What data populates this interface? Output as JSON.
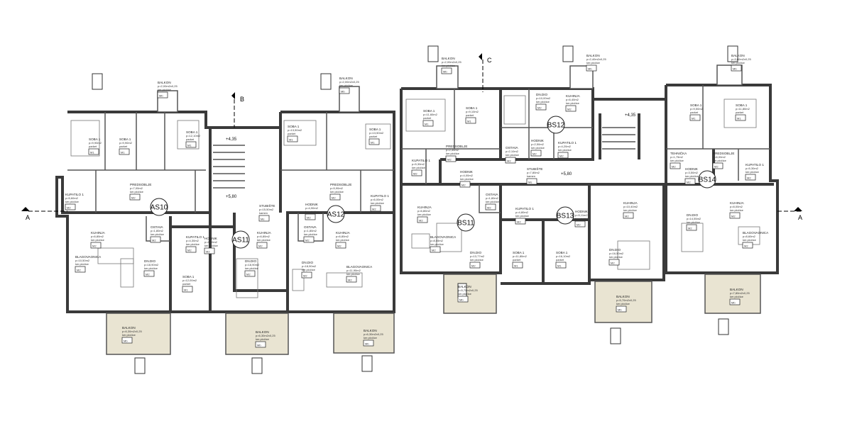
{
  "plan": {
    "units": [
      "AS10",
      "AS11",
      "AS12",
      "BS11",
      "BS12",
      "BS13",
      "BS14"
    ],
    "sections": [
      "A",
      "A",
      "B",
      "C"
    ],
    "levels": [
      "+4,35",
      "+5,80",
      "+4,35",
      "+5,80"
    ],
    "rooms": [
      {
        "name": "SOBA 1",
        "area": "p=9,90m2",
        "floor": "parket",
        "tag": "M1"
      },
      {
        "name": "SOBA 1",
        "area": "p=9,90m2",
        "floor": "parket",
        "tag": "M1"
      },
      {
        "name": "SOBA 1",
        "area": "p=12,10m2",
        "floor": "parket",
        "tag": "M1"
      },
      {
        "name": "PREDSOBLJE",
        "area": "p=7,00m2",
        "floor": "ker.pločice",
        "tag": "M2"
      },
      {
        "name": "KUPATILO 1",
        "area": "p=5,60m2",
        "floor": "ker.pločice",
        "tag": "M2"
      },
      {
        "name": "KUHINJA",
        "area": "p=6,80m2",
        "floor": "ker.pločice",
        "tag": "M2"
      },
      {
        "name": "OSTAVA",
        "area": "p=1,80m2",
        "floor": "ker.pločice",
        "tag": "M2"
      },
      {
        "name": "BLAGOVAONICA",
        "area": "p=10,50m2",
        "floor": "ker.pločice",
        "tag": "M2"
      },
      {
        "name": "DN.DIO",
        "area": "p=18,90m2",
        "floor": "ker.pločice",
        "tag": "M2"
      },
      {
        "name": "BALKON",
        "area": "p=6,30m2x0,25",
        "floor": "ker.pločice",
        "tag": "Mb"
      },
      {
        "name": "BALKON",
        "area": "p=2,00m2x0,25",
        "floor": "ker.pločice",
        "tag": "Mb"
      },
      {
        "name": "KUPATILO 1",
        "area": "p=4,30m2",
        "floor": "ker.pločice",
        "tag": "M2"
      },
      {
        "name": "HODNIK",
        "area": "p=4,90m2",
        "floor": "ker.pločice",
        "tag": "M2"
      },
      {
        "name": "SOBA 1",
        "area": "p=12,00m2",
        "floor": "parket",
        "tag": "M1"
      },
      {
        "name": "STUBIŠTE",
        "area": "p=15,50m2",
        "floor": "kamen",
        "tag": "Ms"
      },
      {
        "name": "KUHINJA",
        "area": "p=6,80m2",
        "floor": "ker.pločice",
        "tag": "M2"
      },
      {
        "name": "DN.DIO",
        "area": "p=18,90m2",
        "floor": "ker.pločice",
        "tag": "M2"
      },
      {
        "name": "BALKON",
        "area": "p=6,30m2x0,25",
        "floor": "ker.pločice",
        "tag": "Mb"
      },
      {
        "name": "SOBA 1",
        "area": "p=13,50m2",
        "floor": "parket",
        "tag": "M1"
      },
      {
        "name": "SOBA 1",
        "area": "p=13,50m2",
        "floor": "parket",
        "tag": "M1"
      },
      {
        "name": "PREDSOBLJE",
        "area": "p=5,90m2",
        "floor": "ker.pločice",
        "tag": "M2"
      },
      {
        "name": "KUPATILO 1",
        "area": "p=6,00m2",
        "floor": "ker.pločice",
        "tag": "M2"
      },
      {
        "name": "HODNIK",
        "area": "p=4,90m2",
        "floor": "ker.pločice",
        "tag": "M2"
      },
      {
        "name": "OSTAVA",
        "area": "p=1,80m2",
        "floor": "ker.pločice",
        "tag": "M2"
      },
      {
        "name": "KUHINJA",
        "area": "p=6,80m2",
        "floor": "ker.pločice",
        "tag": "M2"
      },
      {
        "name": "BLAGOVAONICA",
        "area": "p=11,90m2",
        "floor": "ker.pločice",
        "tag": "M2"
      },
      {
        "name": "DN.DIO",
        "area": "p=18,90m2",
        "floor": "ker.pločice",
        "tag": "M2"
      },
      {
        "name": "BALKON",
        "area": "p=6,30m2x0,25",
        "floor": "ker.pločice",
        "tag": "Mb"
      },
      {
        "name": "BALKON",
        "area": "p=2,00m2x0,25",
        "floor": "ker.pločice",
        "tag": "Mb"
      },
      {
        "name": "SOBA 1",
        "area": "p=11,60m2",
        "floor": "parket",
        "tag": "M1"
      },
      {
        "name": "SOBA 1",
        "area": "p=9,10m2",
        "floor": "parket",
        "tag": "M1"
      },
      {
        "name": "PREDSOBLJE",
        "area": "p=2,40m2",
        "floor": "ker.pločice",
        "tag": "M2"
      },
      {
        "name": "KUPATILO 1",
        "area": "p=5,30m2",
        "floor": "ker.pločice",
        "tag": "M2"
      },
      {
        "name": "HODNIK",
        "area": "p=4,00m2",
        "floor": "ker.pločice",
        "tag": "M2"
      },
      {
        "name": "KUHINJA",
        "area": "p=6,80m2",
        "floor": "ker.pločice",
        "tag": "M2"
      },
      {
        "name": "OSTAVA",
        "area": "p=1,80m2",
        "floor": "ker.pločice",
        "tag": "M2"
      },
      {
        "name": "BLAGOVAONICA",
        "area": "p=8,55m2",
        "floor": "ker.pločice",
        "tag": "M2"
      },
      {
        "name": "DN.DIO",
        "area": "p=13,77m2",
        "floor": "ker.pločice",
        "tag": "M2"
      },
      {
        "name": "BALKON",
        "area": "p=5,70m2x0,25",
        "floor": "ker.pločice",
        "tag": "Mb"
      },
      {
        "name": "BALKON",
        "area": "p=2,00m2x0,25",
        "floor": "ker.pločice",
        "tag": "Mb"
      },
      {
        "name": "DN.DIO",
        "area": "p=10,00m2",
        "floor": "ker.pločice",
        "tag": "M2"
      },
      {
        "name": "KUHINJA",
        "area": "p=6,40m2",
        "floor": "ker.pločice",
        "tag": "M2"
      },
      {
        "name": "OSTAVA",
        "area": "p=2,10m2",
        "floor": "ker.pločice",
        "tag": "M2"
      },
      {
        "name": "HODNIK",
        "area": "p=2,50m2",
        "floor": "ker.pločice",
        "tag": "M2"
      },
      {
        "name": "KUPATILO 1",
        "area": "p=4,20m2",
        "floor": "ker.pločice",
        "tag": "M2"
      },
      {
        "name": "STUBIŠTE",
        "area": "p=7,80m2",
        "floor": "kamen",
        "tag": "Ms"
      },
      {
        "name": "BALKON",
        "area": "p=2,40m2x0,25",
        "floor": "ker.pločice",
        "tag": "Mb"
      },
      {
        "name": "KUPATILO 1",
        "area": "p=4,80m2",
        "floor": "ker.pločice",
        "tag": "M2"
      },
      {
        "name": "HODNIK",
        "area": "p=5,11m2",
        "floor": "ker.pločice",
        "tag": "M2"
      },
      {
        "name": "SOBA 1",
        "area": "p=11,80m2",
        "floor": "parket",
        "tag": "M1"
      },
      {
        "name": "SOBA 1",
        "area": "p=16,10m2",
        "floor": "parket",
        "tag": "M1"
      },
      {
        "name": "KUHINJA",
        "area": "p=10,40m2",
        "floor": "ker.pločice",
        "tag": "M2"
      },
      {
        "name": "DN.DIO",
        "area": "p=16,50m2",
        "floor": "ker.pločice",
        "tag": "M2"
      },
      {
        "name": "BALKON",
        "area": "p=5,70m2x0,25",
        "floor": "ker.pločice",
        "tag": "Mb"
      },
      {
        "name": "SOBA 1",
        "area": "p=9,50m2",
        "floor": "parket",
        "tag": "M1"
      },
      {
        "name": "SOBA 1",
        "area": "p=11,80m2",
        "floor": "parket",
        "tag": "M1"
      },
      {
        "name": "PREDSOBLJE",
        "area": "p=6,00m2",
        "floor": "ker.pločice",
        "tag": "M2"
      },
      {
        "name": "TEHNIČKA",
        "area": "p=1,75m2",
        "floor": "ker.pločice",
        "tag": "M2"
      },
      {
        "name": "HODNIK",
        "area": "p=3,50m2",
        "floor": "ker.pločice",
        "tag": "M2"
      },
      {
        "name": "KUPATILO 1",
        "area": "p=5,30m2",
        "floor": "ker.pločice",
        "tag": "M2"
      },
      {
        "name": "KUHINJA",
        "area": "p=8,00m2",
        "floor": "ker.pločice",
        "tag": "M2"
      },
      {
        "name": "DN.DIO",
        "area": "p=14,55m2",
        "floor": "ker.pločice",
        "tag": "M2"
      },
      {
        "name": "BLAGOVAONICA",
        "area": "p=8,60m2",
        "floor": "ker.pločice",
        "tag": "M2"
      },
      {
        "name": "BALKON",
        "area": "p=7,80m2x0,25",
        "floor": "ker.pločice",
        "tag": "Mb"
      },
      {
        "name": "BALKON",
        "area": "p=3,00m2x0,25",
        "floor": "ker.pločice",
        "tag": "Mb"
      }
    ],
    "colors": {
      "wall": "#3a3a3a",
      "balcony": "#e9e4d2",
      "line": "#555555"
    }
  }
}
